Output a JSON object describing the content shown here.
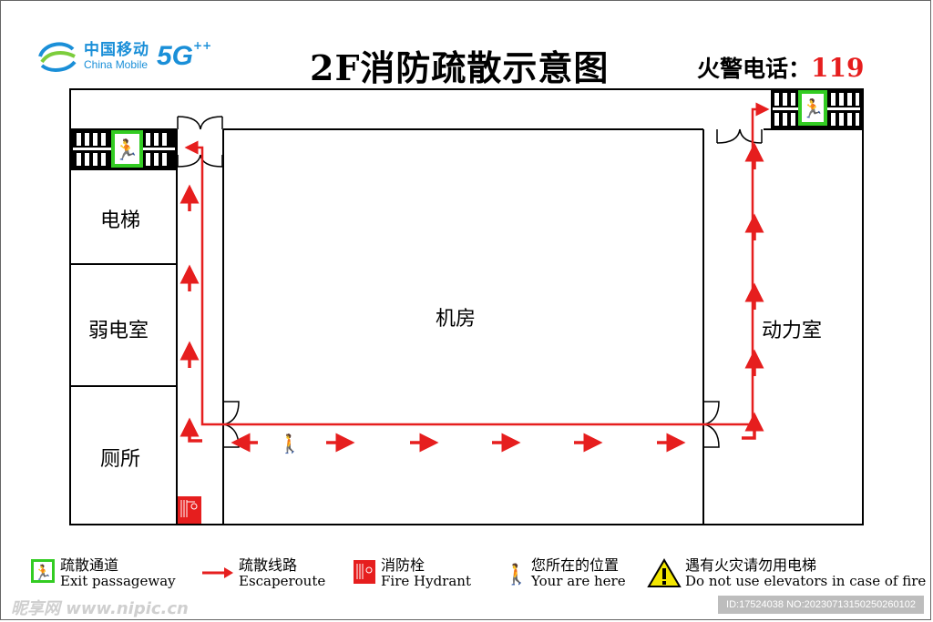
{
  "header": {
    "brand_cn": "中国移动",
    "brand_en": "China Mobile",
    "brand_5g": "5G",
    "brand_plus": "++",
    "title": "2F消防疏散示意图",
    "hotline_label": "火警电话：",
    "hotline_number": "119"
  },
  "rooms": {
    "elevator": "电梯",
    "weak_power_room": "弱电室",
    "toilet": "厕所",
    "machine_room": "机房",
    "power_room": "动力室"
  },
  "legend": [
    {
      "icon": "exit-sign-icon",
      "zh": "疏散通道",
      "en": "Exit  passageway"
    },
    {
      "icon": "arrow-right-icon",
      "zh": "疏散线路",
      "en": "Escaperoute"
    },
    {
      "icon": "fire-hydrant-icon",
      "zh": "消防栓",
      "en": "Fire Hydrant"
    },
    {
      "icon": "you-are-here-icon",
      "zh": "您所在的位置",
      "en": "Your are here"
    },
    {
      "icon": "warning-triangle-icon",
      "zh": "遇有火灾请勿用电梯",
      "en": "Do not use elevators in case of fire"
    }
  ],
  "colors": {
    "route_red": "#e61e1e",
    "exit_green": "#33cc22",
    "brand_blue": "#1a8fd8",
    "warning_yellow": "#f2e600"
  },
  "footer": {
    "watermark": "昵享网 www.nipic.cn",
    "id_text": "ID:17524038 NO:20230713150250260102"
  }
}
